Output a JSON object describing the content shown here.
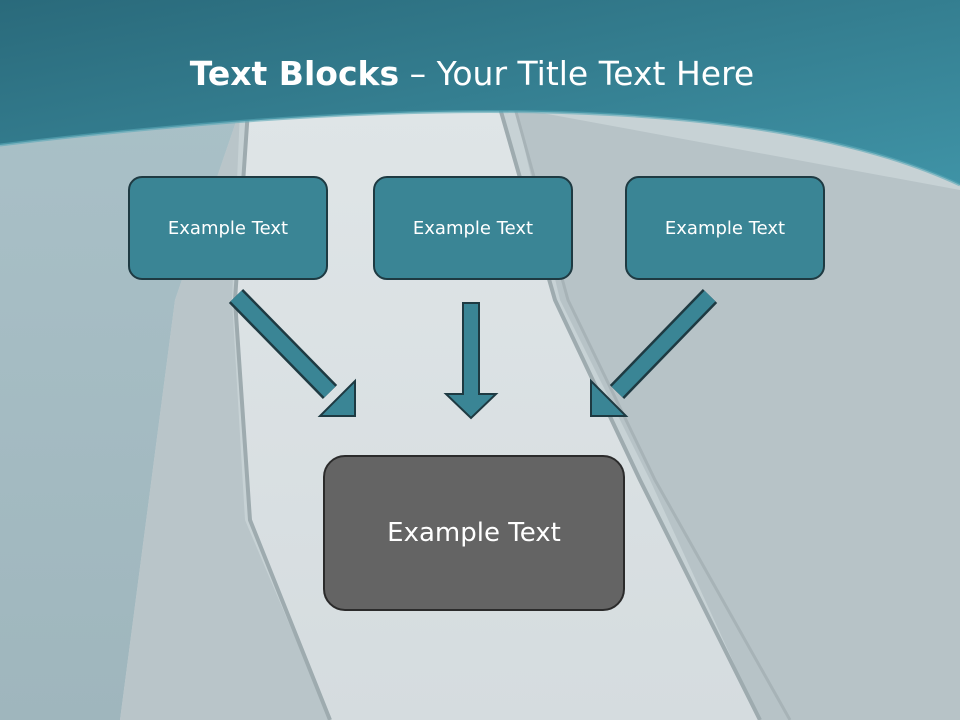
{
  "title": {
    "bold_part": "Text Blocks",
    "separator": " – ",
    "rest": "Your Title Text Here"
  },
  "boxes": [
    {
      "label": "Example Text"
    },
    {
      "label": "Example Text"
    },
    {
      "label": "Example Text"
    }
  ],
  "main_box": {
    "label": "Example Text"
  },
  "colors": {
    "header": "#2f7487",
    "box_fill": "#3a8595",
    "main_box_fill": "#646464",
    "arrow_fill": "#3a8595"
  }
}
